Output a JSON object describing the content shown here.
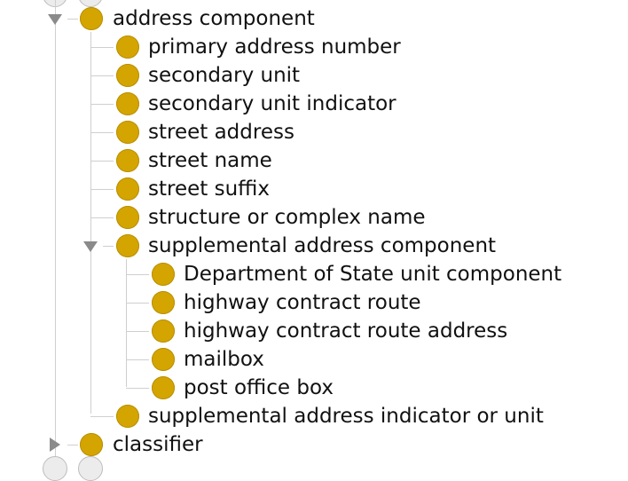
{
  "colors": {
    "node": "#d4a500",
    "guide": "#cfcfcf",
    "toggle": "#8a8a8a",
    "text": "#111111"
  },
  "tree": {
    "address_component": {
      "label": "address component",
      "expanded": true,
      "children": {
        "primary_address_number": "primary address number",
        "secondary_unit": "secondary unit",
        "secondary_unit_indicator": "secondary unit indicator",
        "street_address": "street address",
        "street_name": "street name",
        "street_suffix": "street suffix",
        "structure_or_complex_name": "structure or complex name",
        "supplemental_address_component": {
          "label": "supplemental address component",
          "expanded": true,
          "children": {
            "department_of_state_unit_component": "Department of State unit component",
            "highway_contract_route": "highway contract route",
            "highway_contract_route_address": "highway contract route address",
            "mailbox": "mailbox",
            "post_office_box": "post office box"
          }
        },
        "supplemental_address_indicator_or_unit": "supplemental address indicator or unit"
      }
    },
    "classifier": {
      "label": "classifier",
      "expanded": false
    }
  }
}
